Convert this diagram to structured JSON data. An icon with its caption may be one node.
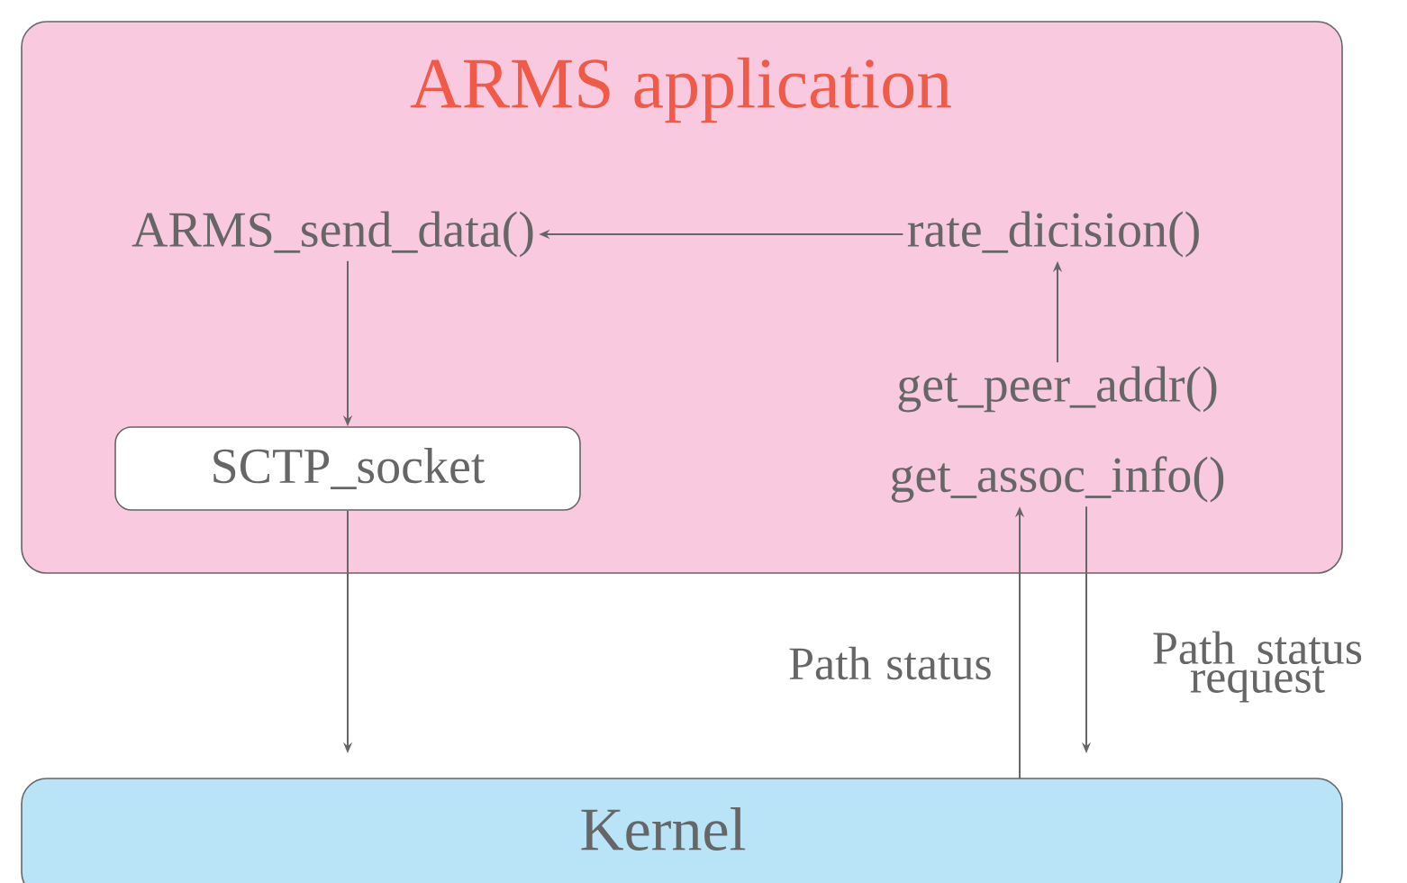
{
  "diagram": {
    "nodes": [
      {
        "text": [
          "ARMS application"
        ]
      },
      {
        "text": [
          "ARMS_send_data()"
        ],
        "in": 0
      },
      {
        "text": [
          "rate_dicision()"
        ],
        "in": 0
      },
      {
        "text": [
          "SCTP_socket"
        ],
        "in": 0
      },
      {
        "text": [
          "get_peer_addr()"
        ],
        "in": 0
      },
      {
        "text": [
          "get_assoc_info()"
        ],
        "in": 0
      },
      {
        "text": [
          "Kernel"
        ]
      }
    ],
    "edges": [
      {
        "from": 2,
        "to": 1,
        "arrow": "to"
      },
      {
        "from": 1,
        "to": 3,
        "arrow": "to"
      },
      {
        "from": 3,
        "to": 6,
        "arrow": "to"
      },
      {
        "from": 4,
        "to": 2,
        "arrow": "to"
      },
      {
        "from": 6,
        "to": 5,
        "arrow": "to",
        "label": "Path status"
      },
      {
        "from": 5,
        "to": 6,
        "arrow": "to",
        "label": "Path status request"
      }
    ]
  }
}
